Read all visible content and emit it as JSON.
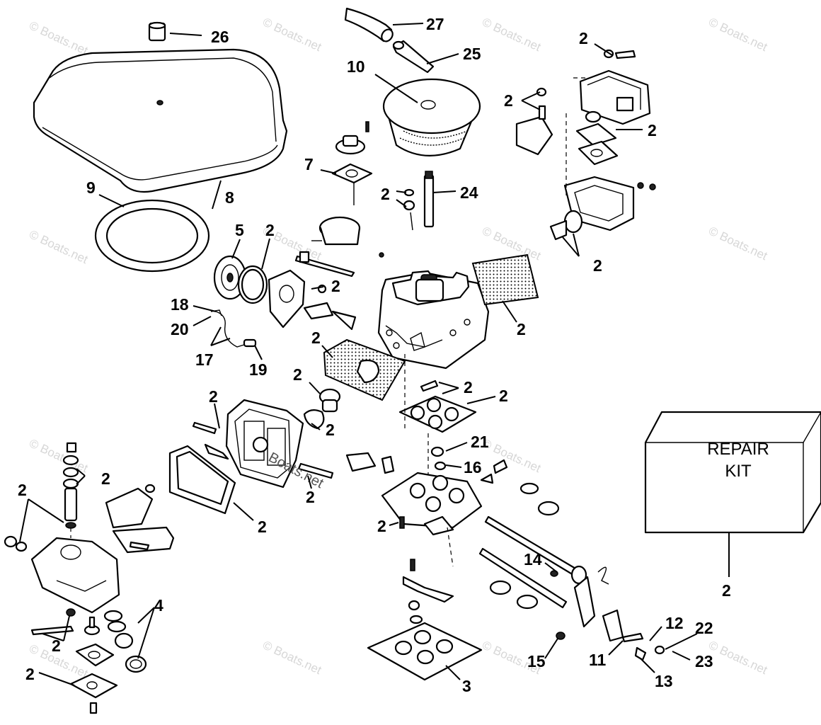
{
  "watermark": "© Boats.net",
  "watermark_center": "Boats.net",
  "repair_kit": {
    "line1": "REPAIR",
    "line2": "KIT"
  },
  "callouts": {
    "c26": "26",
    "c27": "27",
    "c25": "25",
    "c10": "10",
    "c2_tr1": "2",
    "c2_tr2": "2",
    "c2_tr3": "2",
    "c9": "9",
    "c8": "8",
    "c7": "7",
    "c2_24": "2",
    "c24": "24",
    "c5": "5",
    "c2_ring": "2",
    "c2_fp": "2",
    "c2_link": "2",
    "c18": "18",
    "c20": "20",
    "c17": "17",
    "c19": "19",
    "c2_gasketR": "2",
    "c2_gasketL": "2",
    "c2_needle": "2",
    "c2_nut": "2",
    "c2_spacer": "2",
    "c2_bowl": "2",
    "c2_rings": "2",
    "c2_screw": "2",
    "c2_left": "2",
    "c2_plate": "2",
    "c21": "21",
    "c16": "16",
    "c2_base": "2",
    "c14": "14",
    "c4": "4",
    "c2_pump1": "2",
    "c2_pump2": "2",
    "c2_kit": "2",
    "c12": "12",
    "c22": "22",
    "c15": "15",
    "c11": "11",
    "c23": "23",
    "c13": "13",
    "c3": "3"
  }
}
